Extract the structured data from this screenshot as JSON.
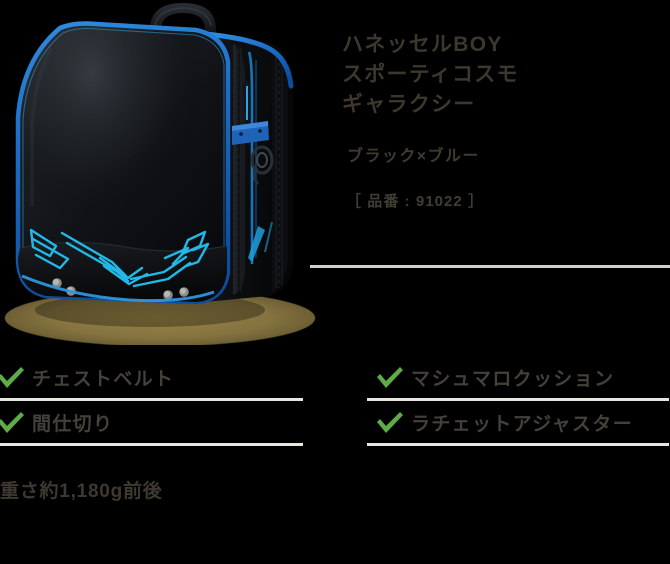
{
  "product": {
    "title": "ハネッセルBOY\nスポーティコスモ\nギャラクシー",
    "color": "ブラック×ブルー",
    "code": "［ 品番 : 91022 ］",
    "image_alt": "ランドセル ブラック×ブルー"
  },
  "features": {
    "left": [
      {
        "label": "チェストベルト",
        "icon": "check-icon"
      },
      {
        "label": "間仕切り",
        "icon": "check-icon"
      }
    ],
    "right": [
      {
        "label": "マシュマロクッション",
        "icon": "check-icon"
      },
      {
        "label": "ラチェットアジャスター",
        "icon": "check-icon"
      }
    ]
  },
  "weight": "重さ約1,180g前後",
  "colors": {
    "background": "#000000",
    "text": "#3d372d",
    "check_green": "#5fab4a",
    "divider": "#e8e5df",
    "panel_divider": "#d4d0c8",
    "bag_body": "#111316",
    "bag_accent_blue": "#1f6fd0",
    "bag_accent_cyan": "#22b8e8",
    "ground": "#8a7742"
  }
}
